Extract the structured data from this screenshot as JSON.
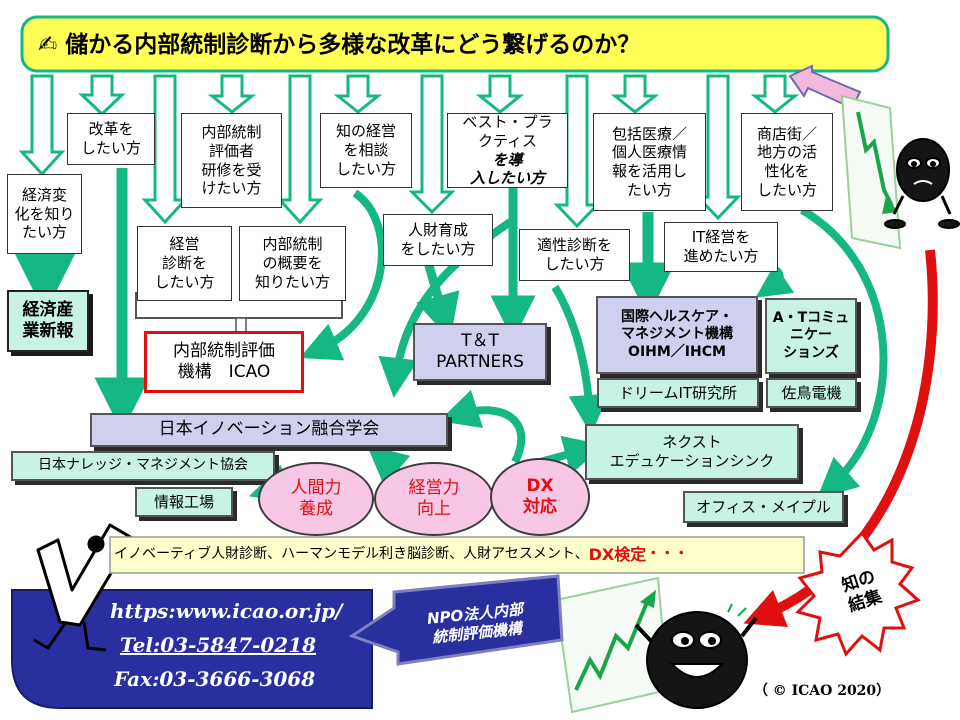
{
  "title": "✍ 儲かる内部統制診断から多様な改革にどう繋げるのか？",
  "audiences": {
    "economy": "経済変\n化を知り\nたい方",
    "reform": "改革を\nしたい方",
    "training": "内部統制\n評価者\n研修を受\nけたい方",
    "knowledge": "知の経営\nを相談\nしたい方",
    "best_practice_1": "ベスト・プラ\nクティス",
    "best_practice_2": "を導\n入したい方",
    "medical": "包括医療／\n個人医療情\n報を活用し\nたい方",
    "shopping": "商店街／\n地方の活\n性化を\nしたい方",
    "management": "経営\n診断を\nしたい方",
    "ic_overview": "内部統制\nの概要を\n知りたい方",
    "hr": "人財育成\nをしたい方",
    "aptitude": "適性診断を\nしたい方",
    "it": "IT経営を\n進めたい方"
  },
  "organizations": {
    "meti": "経済産\n業新報",
    "icao": "内部統制評価\n機構　ICAO",
    "tt": "T＆T\nPARTNERS",
    "oihm": "国際ヘルスケア・\nマネジメント機構\nOIHM／IHCM",
    "at": "A・Tコミュ\nニケー\nションズ",
    "dream": "ドリームIT研究所",
    "sadori": "佐鳥電機",
    "jiif": "日本イノベーション融合学会",
    "jkm": "日本ナレッジ・マネジメント協会",
    "joho": "情報工場",
    "next": "ネクスト\nエデュケーションシンク",
    "office": "オフィス・メイプル"
  },
  "bubbles": {
    "hr_dev": "人間力\n養成",
    "mgmt": "経営力\n向上",
    "dx": "DX\n対応"
  },
  "banner": {
    "text": "イノベーティブ人財診断、ハーマンモデル利き脳診断、人財アセスメント、",
    "highlight": "DX検定",
    "dots": "・・・"
  },
  "contact": {
    "url": "https:www.icao.or.jp/",
    "tel": "Tel:03-5847-0218",
    "fax": "Fax:03-3666-3068"
  },
  "npo": "NPO法人内部\n統制評価機構",
  "burst": "知の\n結集",
  "copyright": "（ © ICAO 2020）",
  "colors": {
    "arrow": "#15b784",
    "arrow_dark": "#0e8f63",
    "title_bg": "#ffff55",
    "lavender": "#cfcfee",
    "mint": "#c7f3e6",
    "pink": "#f9c7e6",
    "navy": "#2a2fa0",
    "red": "#e01010",
    "banner_bg": "#ffffcc"
  }
}
